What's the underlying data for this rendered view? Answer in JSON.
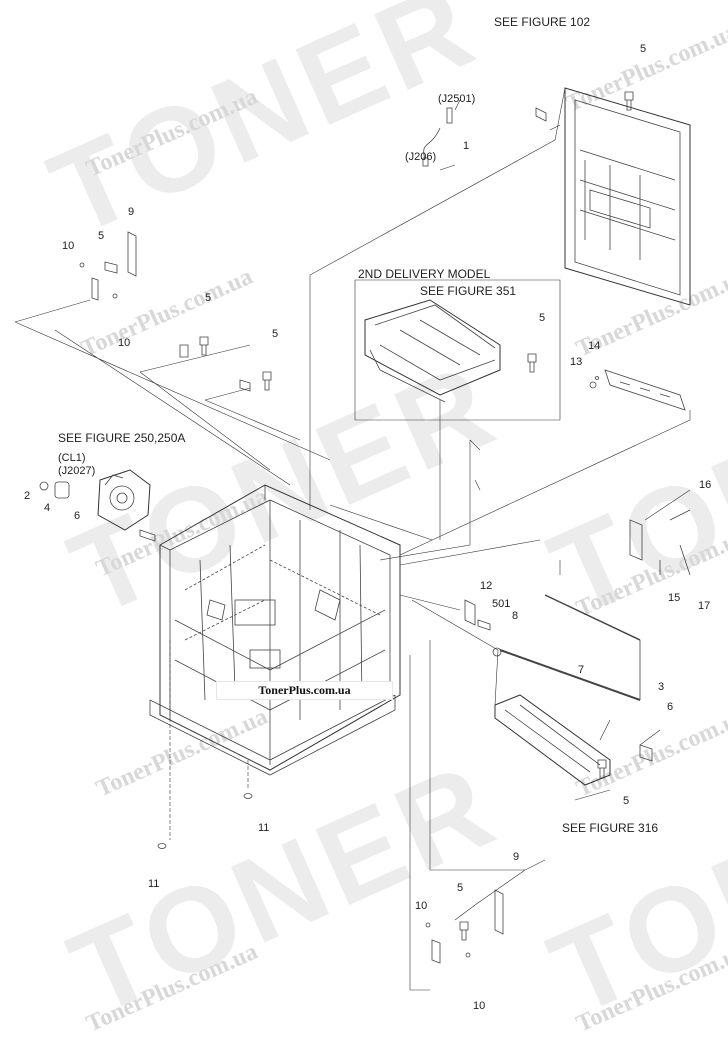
{
  "watermark": {
    "brand": "TONER",
    "site": "TonerPlus.com.ua"
  },
  "site_label": "TonerPlus.com.ua",
  "figure_refs": {
    "fig102": "SEE FIGURE 102",
    "fig250": "SEE FIGURE 250,250A",
    "fig351": "SEE FIGURE 351",
    "fig316": "SEE FIGURE 316",
    "second_delivery": "2ND DELIVERY MODEL"
  },
  "connectors": {
    "j2501": "(J2501)",
    "j206": "(J206)",
    "cl1": "(CL1)",
    "j2027": "(J2027)"
  },
  "callouts": {
    "c1": "1",
    "c2": "2",
    "c3": "3",
    "c4": "4",
    "c5a": "5",
    "c5b": "5",
    "c5c": "5",
    "c5d": "5",
    "c5e": "5",
    "c5f": "5",
    "c5g": "5",
    "c6a": "6",
    "c6b": "6",
    "c7": "7",
    "c8": "8",
    "c9a": "9",
    "c9b": "9",
    "c10a": "10",
    "c10b": "10",
    "c10c": "10",
    "c10d": "10",
    "c11a": "11",
    "c11b": "11",
    "c12": "12",
    "c13": "13",
    "c14": "14",
    "c15": "15",
    "c16": "16",
    "c17": "17",
    "c501": "501"
  }
}
